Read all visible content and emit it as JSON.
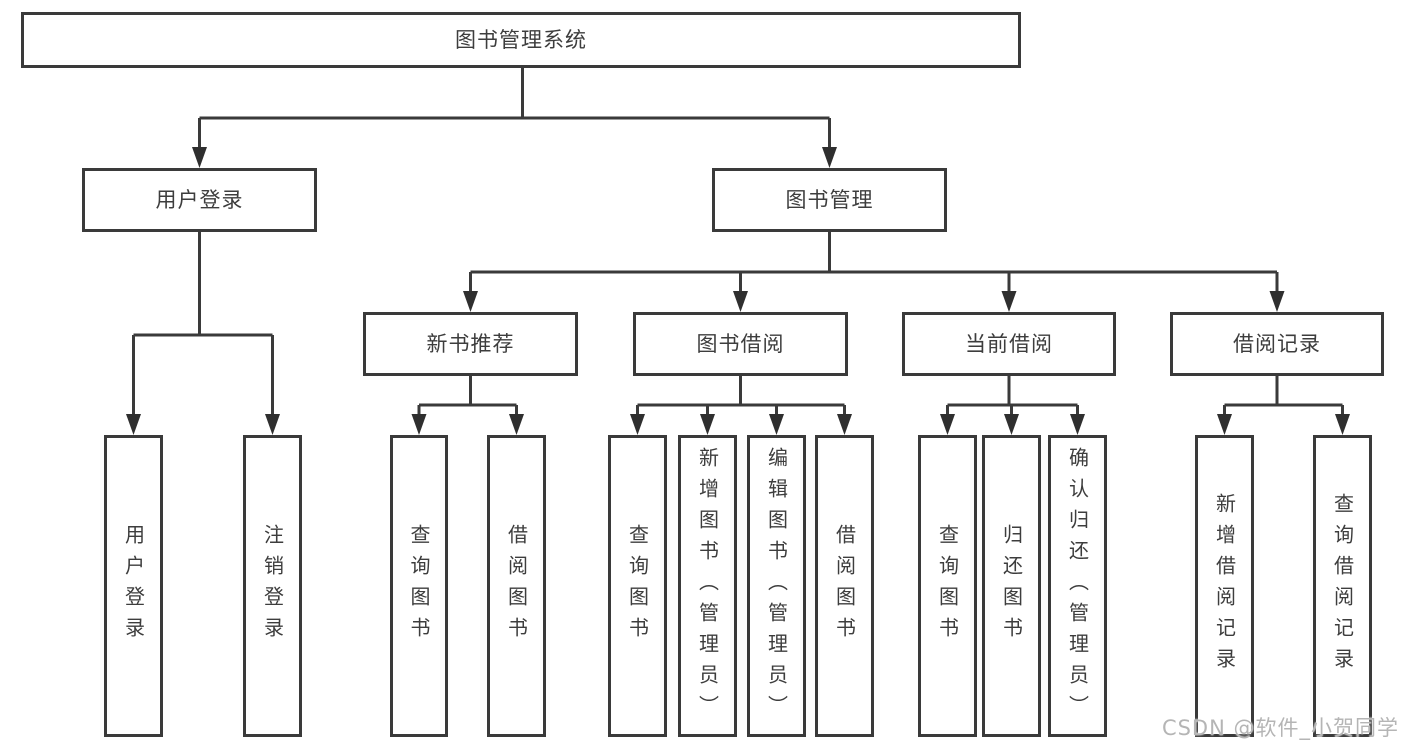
{
  "diagram": {
    "title": "图书管理系统",
    "nodes": {
      "root": {
        "label": "图书管理系统"
      },
      "level2": [
        {
          "label": "用户登录"
        },
        {
          "label": "图书管理"
        }
      ],
      "level3": [
        {
          "label": "新书推荐",
          "parent": "图书管理"
        },
        {
          "label": "图书借阅",
          "parent": "图书管理"
        },
        {
          "label": "当前借阅",
          "parent": "图书管理"
        },
        {
          "label": "借阅记录",
          "parent": "图书管理"
        }
      ],
      "leaves": [
        {
          "label": "用户登录",
          "parent": "用户登录"
        },
        {
          "label": "注销登录",
          "parent": "用户登录"
        },
        {
          "label": "查询图书",
          "parent": "新书推荐"
        },
        {
          "label": "借阅图书",
          "parent": "新书推荐"
        },
        {
          "label": "查询图书",
          "parent": "图书借阅"
        },
        {
          "label": "新增图书（管理员）",
          "parent": "图书借阅"
        },
        {
          "label": "编辑图书（管理员）",
          "parent": "图书借阅"
        },
        {
          "label": "借阅图书",
          "parent": "图书借阅"
        },
        {
          "label": "查询图书",
          "parent": "当前借阅"
        },
        {
          "label": "归还图书",
          "parent": "当前借阅"
        },
        {
          "label": "确认归还（管理员）",
          "parent": "当前借阅"
        },
        {
          "label": "新增借阅记录",
          "parent": "借阅记录"
        },
        {
          "label": "查询借阅记录",
          "parent": "借阅记录"
        }
      ]
    },
    "colors": {
      "line": "#3a3a3a",
      "text": "#3d3d3d",
      "background": "#ffffff",
      "watermark_color": "#b5b5b5"
    }
  },
  "watermark": "CSDN @软件_小贺同学"
}
